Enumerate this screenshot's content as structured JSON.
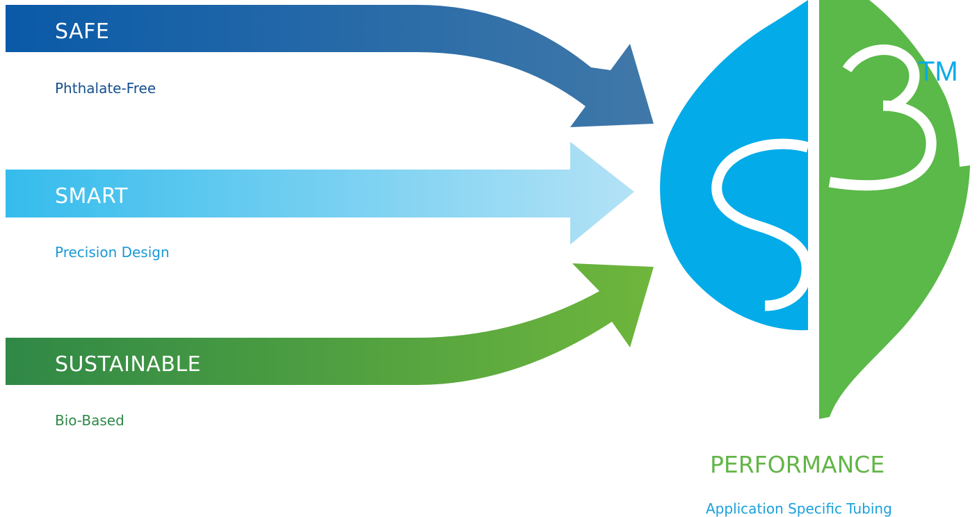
{
  "pillars": [
    {
      "label": "SAFE",
      "caption": "Phthalate-Free",
      "color_start": "#0a5aa8",
      "color_end": "#4078a8",
      "caption_color": "#134f8e"
    },
    {
      "label": "SMART",
      "caption": "Precision Design",
      "color_start": "#35bcec",
      "color_end": "#b3e2f6",
      "caption_color": "#1998d6"
    },
    {
      "label": "SUSTAINABLE",
      "caption": "Bio-Based",
      "color_start": "#2f8846",
      "color_end": "#6eb63c",
      "caption_color": "#2e8847"
    }
  ],
  "logo": {
    "trademark": "TM",
    "drop_color": "#03abe8",
    "leaf_color": "#5ab948",
    "icons": [
      "water-drop-icon",
      "leaf-icon"
    ]
  },
  "outcome": {
    "label": "PERFORMANCE",
    "caption": "Application Specific Tubing",
    "label_color": "#62b547",
    "caption_color": "#1aa0dc"
  }
}
